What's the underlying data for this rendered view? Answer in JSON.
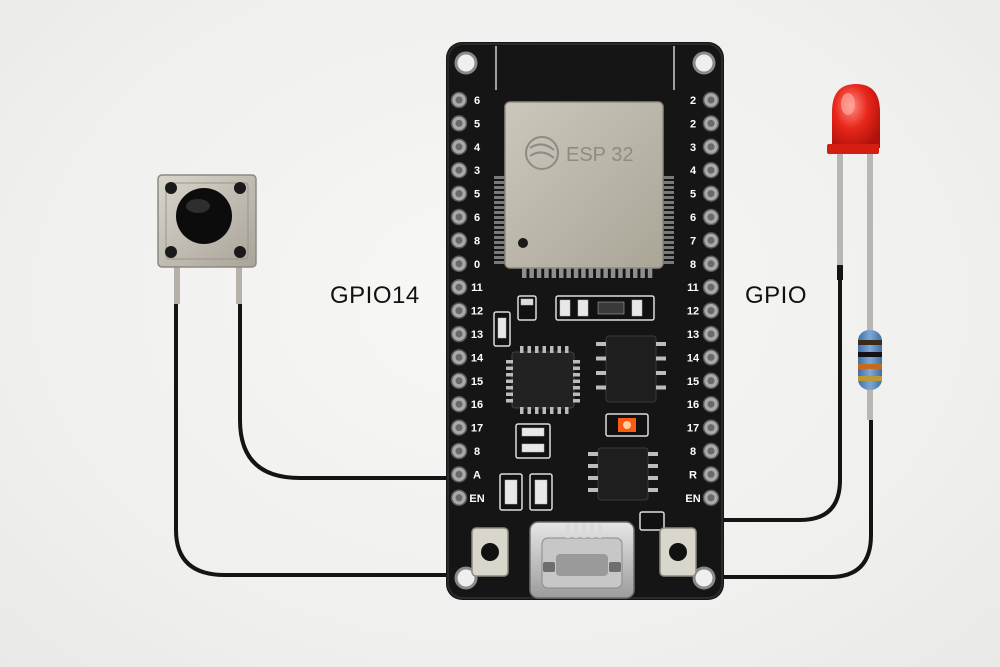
{
  "labels": {
    "left_wire": "GPIO14",
    "right_wire": "GPIO"
  },
  "board": {
    "module_text": "ESP 32",
    "left_pins": [
      "6",
      "5",
      "4",
      "3",
      "5",
      "6",
      "8",
      "0",
      "11",
      "12",
      "13",
      "14",
      "15",
      "16",
      "17",
      "8",
      "A",
      "EN"
    ],
    "right_pins": [
      "2",
      "2",
      "3",
      "4",
      "5",
      "6",
      "7",
      "8",
      "11",
      "12",
      "13",
      "14",
      "15",
      "16",
      "17",
      "8",
      "R",
      "EN"
    ]
  },
  "colors": {
    "board": "#151515",
    "module": "#b7b3a6",
    "led": "#e2231a",
    "wire": "#141414",
    "status_led": "#ff5a14"
  },
  "icons": {
    "module_logo": "espressif-logo-icon"
  }
}
